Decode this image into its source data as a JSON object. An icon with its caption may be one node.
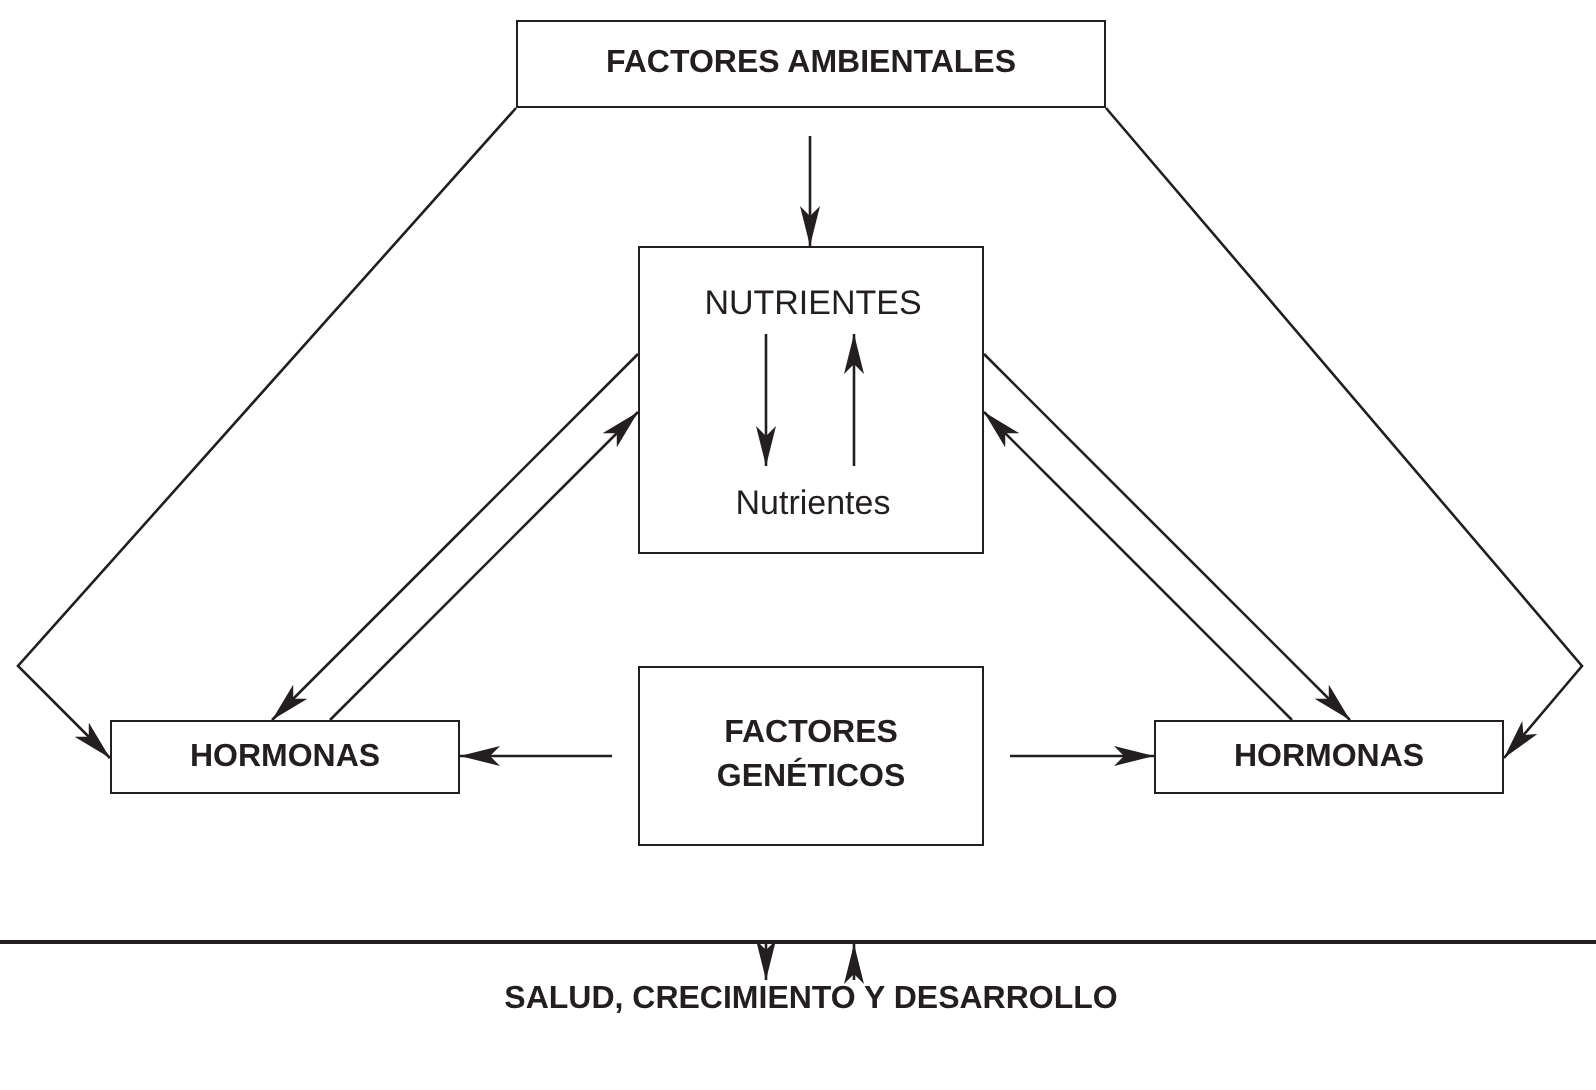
{
  "diagram": {
    "nodes": [
      {
        "text": [
          "FACTORES AMBIENTALES"
        ]
      },
      {
        "text": [],
        "shape": "box"
      },
      {
        "text": [
          "NUTRIENTES"
        ],
        "in": 1
      },
      {
        "text": [
          "Nutrientes"
        ],
        "in": 1
      },
      {
        "text": [
          "HORMONAS"
        ]
      },
      {
        "text": [
          "FACTORES GENÉTICOS"
        ]
      },
      {
        "text": [
          "HORMONAS"
        ]
      },
      {
        "text": [],
        "shape": "bar"
      },
      {
        "text": [
          "SALUD, CRECIMIENTO Y DESARROLLO"
        ]
      }
    ],
    "edges": [
      {
        "from": 0,
        "to": 1,
        "arrow": "to"
      },
      {
        "from": 0,
        "to": 4,
        "arrow": "to"
      },
      {
        "from": 0,
        "to": 6,
        "arrow": "to"
      },
      {
        "from": 2,
        "to": 3,
        "arrow": "to"
      },
      {
        "from": 3,
        "to": 2,
        "arrow": "to"
      },
      {
        "from": 1,
        "to": 4,
        "arrow": "to"
      },
      {
        "from": 4,
        "to": 1,
        "arrow": "to"
      },
      {
        "from": 6,
        "to": 1,
        "arrow": "to"
      },
      {
        "from": 1,
        "to": 6,
        "arrow": "to"
      },
      {
        "from": 5,
        "to": 4,
        "arrow": "to"
      },
      {
        "from": 5,
        "to": 6,
        "arrow": "to"
      },
      {
        "from": 7,
        "to": 8,
        "arrow": "to"
      },
      {
        "from": 8,
        "to": 7,
        "arrow": "to"
      }
    ]
  }
}
